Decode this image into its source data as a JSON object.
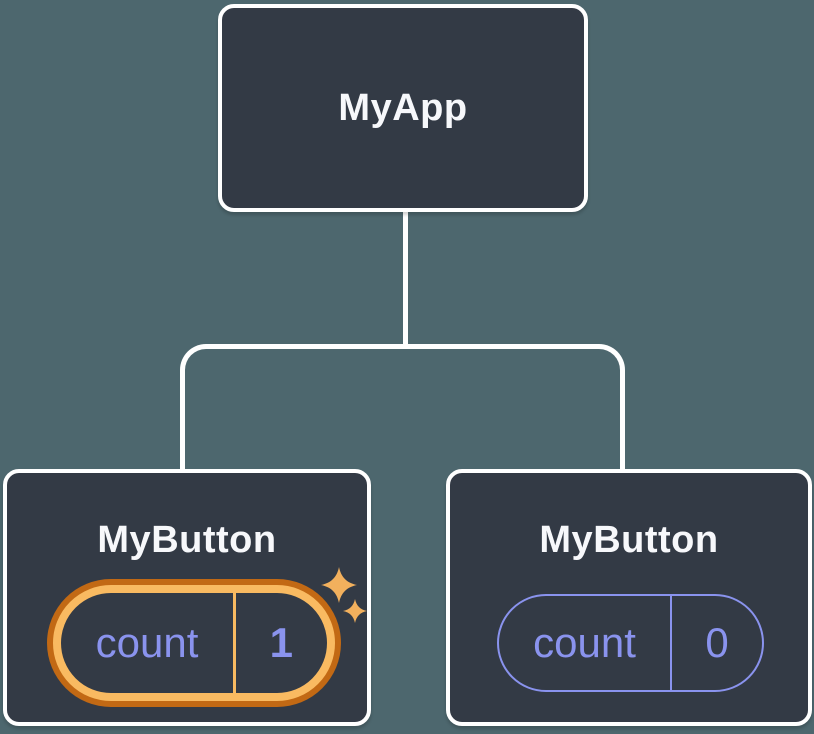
{
  "diagram": {
    "description": "Component tree: root component with two child button components holding independent state",
    "colors": {
      "background": "#4D676E",
      "node_fill": "#333A45",
      "node_border": "#FFFFFF",
      "label_text": "#F7F8FB",
      "state_purple": "#8A93EE",
      "highlight_gold": "#F9BA61",
      "highlight_orange": "#C26914",
      "sparkle_gold": "#F2B05D"
    },
    "root": {
      "label": "MyApp"
    },
    "children": [
      {
        "label": "MyButton",
        "state": {
          "name": "count",
          "value": "1"
        },
        "highlighted": true
      },
      {
        "label": "MyButton",
        "state": {
          "name": "count",
          "value": "0"
        },
        "highlighted": false
      }
    ]
  }
}
